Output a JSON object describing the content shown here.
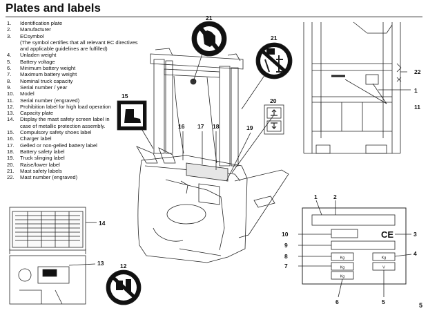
{
  "title": "Plates and labels",
  "page_number": "5",
  "items": [
    {
      "num": "1.",
      "text": "Identification plate"
    },
    {
      "num": "2.",
      "text": "Manufacturer"
    },
    {
      "num": "3.",
      "text": "ECsymbol"
    },
    {
      "num": "",
      "text": "(The symbol certifies that all relevant EC directives"
    },
    {
      "num": "",
      "text": "and applicable guidelines are fulfilled)"
    },
    {
      "num": "4.",
      "text": "Unladen weight"
    },
    {
      "num": "5.",
      "text": "Battery voltage"
    },
    {
      "num": "6.",
      "text": "Minimum battery weight"
    },
    {
      "num": "7.",
      "text": "Maximum battery weight"
    },
    {
      "num": "8.",
      "text": "Nominal truck capacity"
    },
    {
      "num": "9.",
      "text": "Serial number / year"
    },
    {
      "num": "10.",
      "text": "Model"
    },
    {
      "num": "11.",
      "text": "Serial number (engraved)"
    },
    {
      "num": "12.",
      "text": "Prohibition label for high load operation"
    },
    {
      "num": "13.",
      "text": "Capacity plate"
    },
    {
      "num": "14.",
      "text": "Display the mast safety screen label in"
    },
    {
      "num": "",
      "text": "case of metallic protection assembly."
    },
    {
      "num": "15.",
      "text": "Compulsory safety shoes label"
    },
    {
      "num": "16.",
      "text": "Charger label"
    },
    {
      "num": "17.",
      "text": "Gelled or non-gelled battery label"
    },
    {
      "num": "18.",
      "text": "Battery safety label"
    },
    {
      "num": "19.",
      "text": "Truck slinging label"
    },
    {
      "num": "20.",
      "text": "Raise/lower label"
    },
    {
      "num": "21.",
      "text": "Mast safety labels"
    },
    {
      "num": "22.",
      "text": "Mast number (engraved)"
    }
  ],
  "callouts": {
    "c1": "1",
    "c2": "2",
    "c3": "3",
    "c4": "4",
    "c5": "5",
    "c6": "6",
    "c7": "7",
    "c8": "8",
    "c9": "9",
    "c10": "10",
    "c11": "11",
    "c12": "12",
    "c13": "13",
    "c14": "14",
    "c15": "15",
    "c16": "16",
    "c17": "17",
    "c18": "18",
    "c19": "19",
    "c20": "20",
    "c21a": "21",
    "c21b": "21",
    "c22": "22"
  },
  "plate": {
    "kg1": "Kg",
    "kg2": "Kg",
    "kg3": "Kg",
    "kg4": "Kg",
    "volt": "V",
    "ce": "CE"
  }
}
